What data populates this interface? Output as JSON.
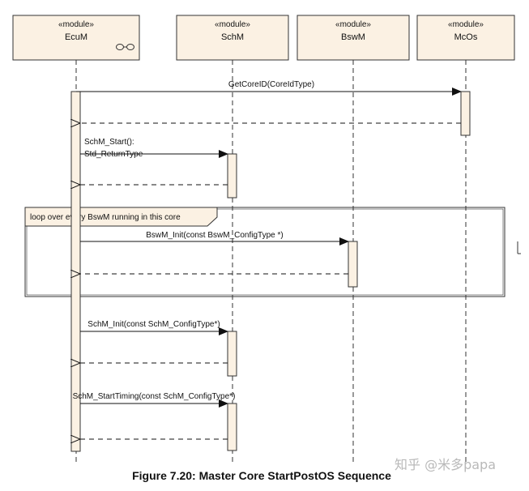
{
  "participants": [
    {
      "stereotype": "«module»",
      "name": "EcuM"
    },
    {
      "stereotype": "«module»",
      "name": "SchM"
    },
    {
      "stereotype": "«module»",
      "name": "BswM"
    },
    {
      "stereotype": "«module»",
      "name": "McOs"
    }
  ],
  "messages": {
    "get_core_id": "GetCoreID(CoreIdType)",
    "schm_start_line1": "SchM_Start():",
    "schm_start_line2": "Std_ReturnType",
    "bswm_init": "BswM_Init(const BswM_ConfigType *)",
    "schm_init": "SchM_Init(const SchM_ConfigType*)",
    "schm_start_timing": "SchM_StartTiming(const SchM_ConfigType*)"
  },
  "loop_fragment": {
    "label": "loop over every BswM running in this core"
  },
  "caption": "Figure 7.20: Master Core StartPostOS Sequence",
  "watermark": "知乎 @米多papa",
  "colors": {
    "box_fill": "#fbf1e3",
    "line": "#333333"
  }
}
